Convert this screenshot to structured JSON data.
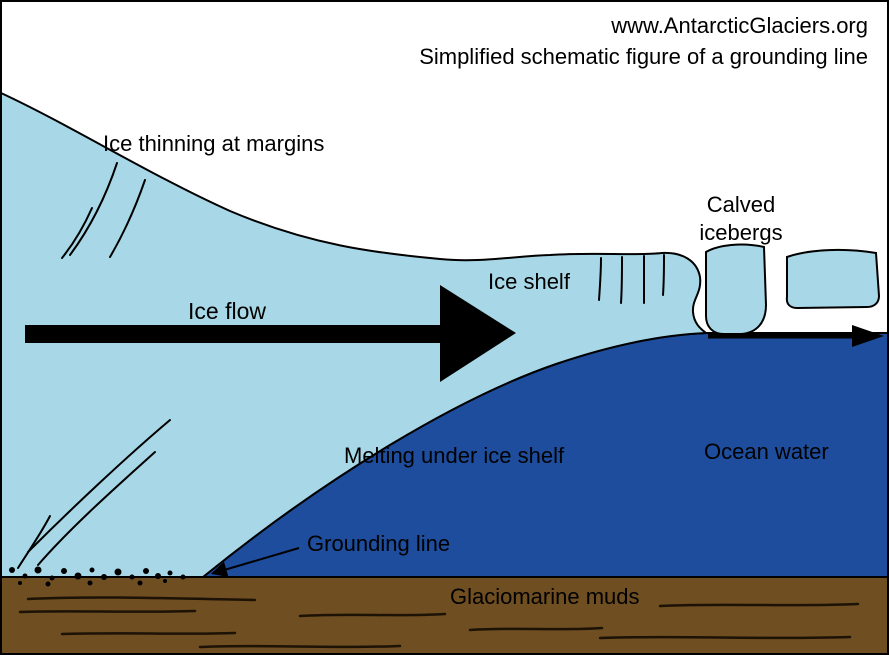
{
  "header": {
    "site": "www.AntarcticGlaciers.org",
    "subtitle": "Simplified schematic figure of a grounding line"
  },
  "labels": {
    "ice_thinning": "Ice thinning at margins",
    "ice_flow": "Ice flow",
    "ice_shelf": "Ice shelf",
    "calved_line1": "Calved",
    "calved_line2": "icebergs",
    "melting": "Melting under ice shelf",
    "ocean_water": "Ocean water",
    "grounding_line": "Grounding line",
    "glaciomarine_muds": "Glaciomarine muds"
  },
  "colors": {
    "background": "#ffffff",
    "ice": "#a8d8e8",
    "ocean": "#1d4d9c",
    "mud": "#6f4e21",
    "outline": "#000000"
  }
}
